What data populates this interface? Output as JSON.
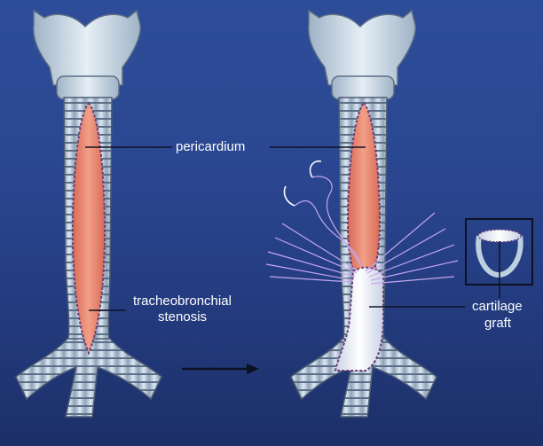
{
  "labels": {
    "pericardium": "pericardium",
    "stenosis_line1": "tracheobronchial",
    "stenosis_line2": "stenosis",
    "graft_line1": "cartilage",
    "graft_line2": "graft"
  },
  "colors": {
    "background": "#2a4690",
    "cartilage": "#bcd0e0",
    "pericardium": "#e98a70",
    "graft": "#f2f4f8",
    "suture": "#c7a6f0",
    "annotation_line": "#101426"
  }
}
